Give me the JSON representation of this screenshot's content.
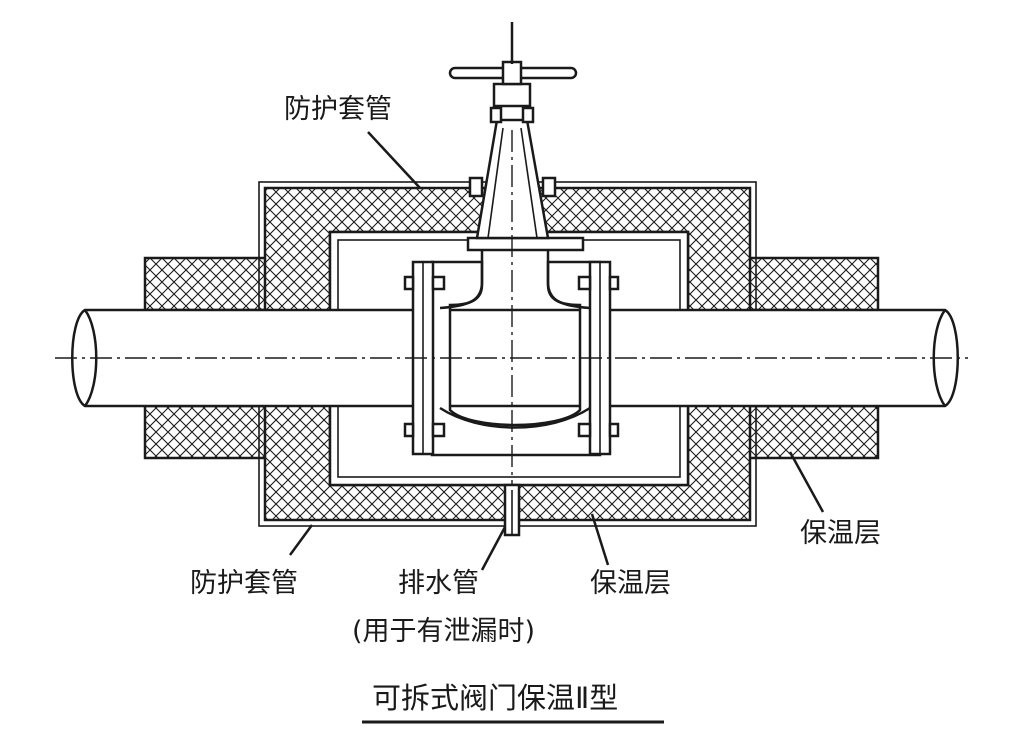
{
  "labels": {
    "sleeve_top": "防护套管",
    "sleeve_bottom": "防护套管",
    "drain_pipe": "排水管",
    "drain_note": "(用于有泄漏时)",
    "insulation_bottom": "保温层",
    "insulation_right": "保温层"
  },
  "caption": "可拆式阀门保温Ⅱ型"
}
